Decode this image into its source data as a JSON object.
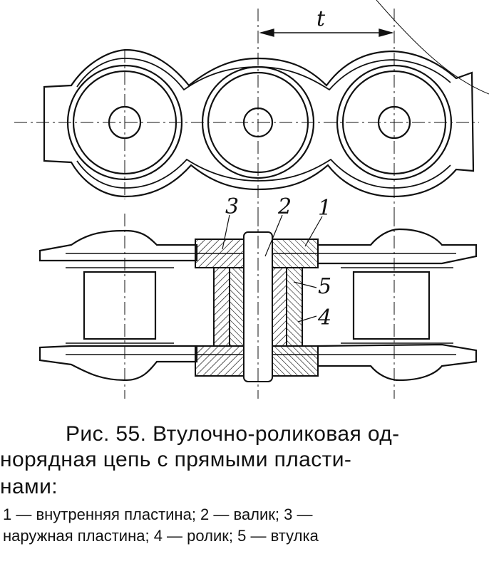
{
  "figure": {
    "pitch_label": "t",
    "part_labels": [
      "1",
      "2",
      "3",
      "4",
      "5"
    ]
  },
  "caption": {
    "line1": "Рис. 55. Втулочно-роликовая од-",
    "line2": "норядная цепь с прямыми пласти-",
    "line3": "нами:"
  },
  "legend": {
    "line1": "1 — внутренняя пластина; 2 — валик; 3 —",
    "line2": "наружная пластина; 4 — ролик; 5 — втулка"
  }
}
